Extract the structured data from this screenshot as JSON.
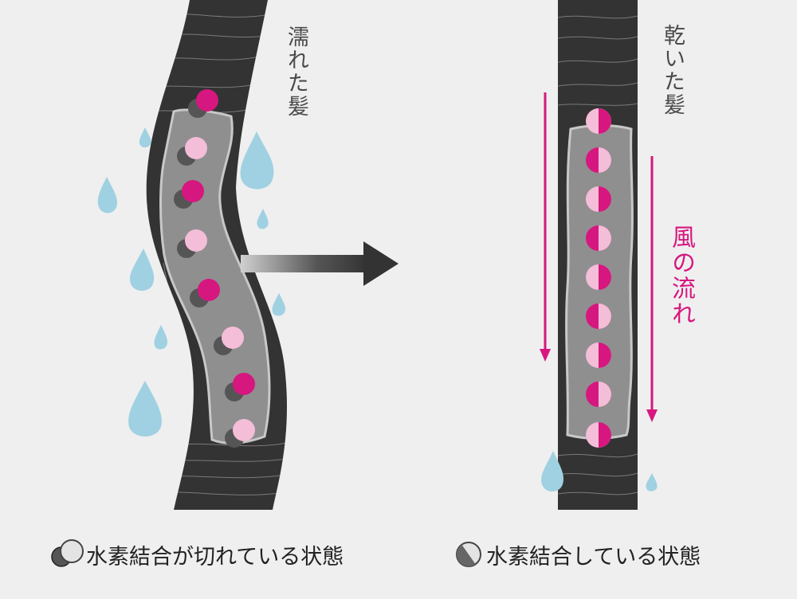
{
  "labels": {
    "wet_hair": "濡れた髪",
    "dry_hair": "乾いた髪",
    "wind_flow": "風の流れ"
  },
  "legend": {
    "broken": "水素結合が切れている状態",
    "bonded": "水素結合している状態"
  },
  "colors": {
    "hair": "#333333",
    "hair_lines": "#8c8c8c",
    "core": "#8f8f8f",
    "magenta": "#d6177f",
    "pink": "#f4bdd8",
    "dark_half": "#555555",
    "water": "#9fd1e2",
    "arrow": "#3a3a3a",
    "background": "#efefef"
  },
  "icons": {
    "broken_bond": "split-molecule-icon",
    "bonded": "joined-molecule-icon",
    "transition": "right-arrow-icon",
    "drop": "water-drop-icon"
  }
}
